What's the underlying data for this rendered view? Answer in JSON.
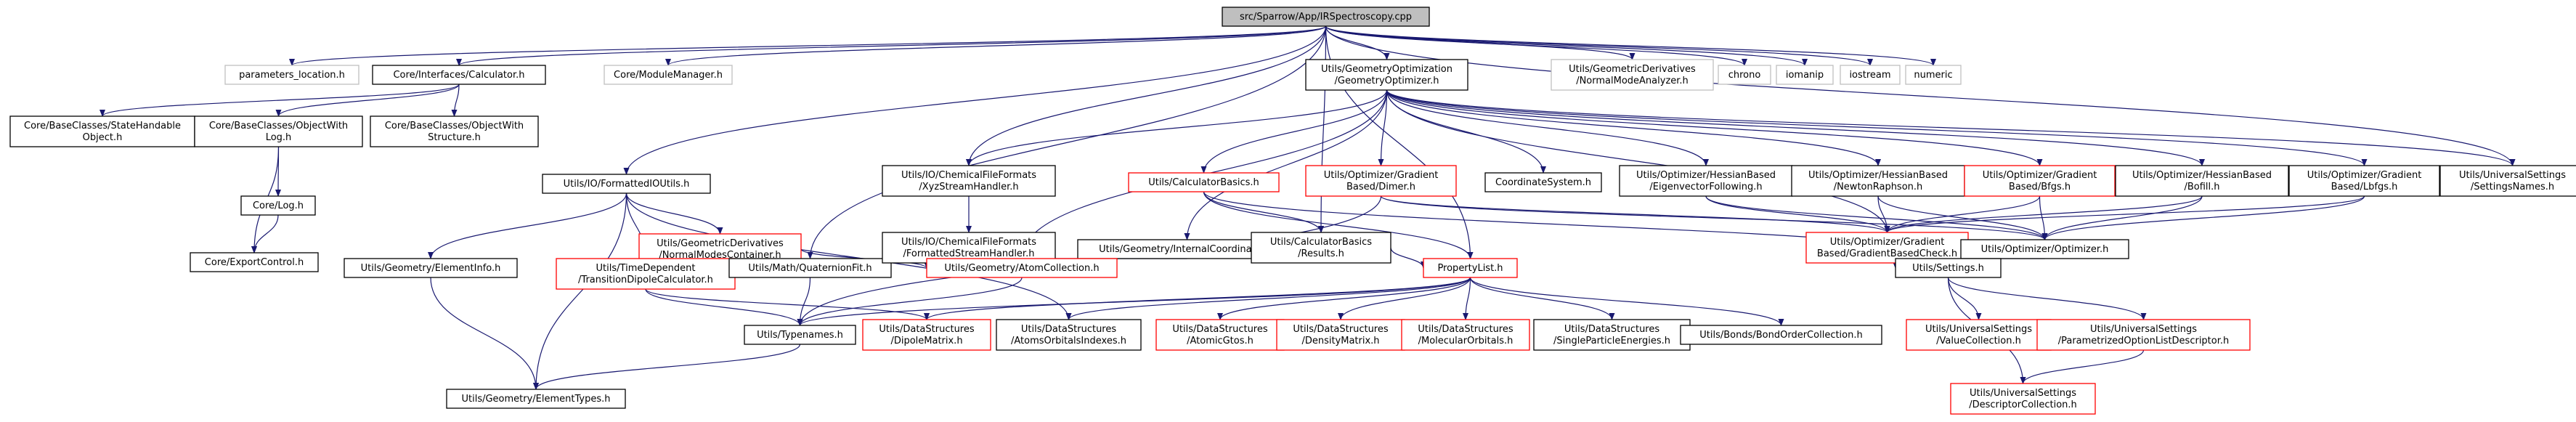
{
  "colors": {
    "edge": "#191970",
    "normal_border": "#000000",
    "missing_border": "#bfbfbf",
    "missing_text": "#7f7f7f",
    "truncated_border": "#ff0000",
    "root_fill": "#bfbfbf",
    "fill": "#ffffff"
  },
  "nodes": [
    {
      "id": "root",
      "lines": [
        "src/Sparrow/App/IRSpectroscopy.cpp"
      ],
      "style": "root"
    },
    {
      "id": "parameters_location",
      "lines": [
        "parameters_location.h"
      ],
      "style": "missing"
    },
    {
      "id": "calculator",
      "lines": [
        "Core/Interfaces/Calculator.h"
      ],
      "style": "normal"
    },
    {
      "id": "module_manager",
      "lines": [
        "Core/ModuleManager.h"
      ],
      "style": "missing"
    },
    {
      "id": "formatted_io",
      "lines": [
        "Utils/IO/FormattedIOUtils.h"
      ],
      "style": "normal"
    },
    {
      "id": "chemical_file_formats",
      "lines": [
        "Utils/IO/ChemicalFileFormats",
        "/XyzStreamHandler.h"
      ],
      "style": "normal"
    },
    {
      "id": "geometry_optimizer",
      "lines": [
        "Utils/GeometryOptimization",
        "/GeometryOptimizer.h"
      ],
      "style": "normal"
    },
    {
      "id": "normal_mode_analyzer",
      "lines": [
        "Utils/GeometricDerivatives",
        "/NormalModeAnalyzer.h"
      ],
      "style": "missing"
    },
    {
      "id": "chrono",
      "lines": [
        "chrono"
      ],
      "style": "missing"
    },
    {
      "id": "iomanip",
      "lines": [
        "iomanip"
      ],
      "style": "missing"
    },
    {
      "id": "iostream",
      "lines": [
        "iostream"
      ],
      "style": "missing"
    },
    {
      "id": "numeric",
      "lines": [
        "numeric"
      ],
      "style": "missing"
    },
    {
      "id": "state_handable",
      "lines": [
        "Core/BaseClasses/StateHandable",
        "Object.h"
      ],
      "style": "normal"
    },
    {
      "id": "object_with_log",
      "lines": [
        "Core/BaseClasses/ObjectWith",
        "Log.h"
      ],
      "style": "normal"
    },
    {
      "id": "object_with_structure",
      "lines": [
        "Core/BaseClasses/ObjectWith",
        "Structure.h"
      ],
      "style": "normal"
    },
    {
      "id": "core_log",
      "lines": [
        "Core/Log.h"
      ],
      "style": "normal"
    },
    {
      "id": "export_control",
      "lines": [
        "Core/ExportControl.h"
      ],
      "style": "normal"
    },
    {
      "id": "normal_modes_container",
      "lines": [
        "Utils/GeometricDerivatives",
        "/NormalModesContainer.h"
      ],
      "style": "truncated"
    },
    {
      "id": "element_info",
      "lines": [
        "Utils/Geometry/ElementInfo.h"
      ],
      "style": "normal"
    },
    {
      "id": "transition_dipole",
      "lines": [
        "Utils/TimeDependent",
        "/TransitionDipoleCalculator.h"
      ],
      "style": "truncated"
    },
    {
      "id": "quaternion_fit",
      "lines": [
        "Utils/Math/QuaternionFit.h"
      ],
      "style": "normal"
    },
    {
      "id": "formatted_stream_handler",
      "lines": [
        "Utils/IO/ChemicalFileFormats",
        "/FormattedStreamHandler.h"
      ],
      "style": "normal"
    },
    {
      "id": "internal_coordinates",
      "lines": [
        "Utils/Geometry/InternalCoordinates.h"
      ],
      "style": "normal"
    },
    {
      "id": "calculator_basics",
      "lines": [
        "Utils/CalculatorBasics.h"
      ],
      "style": "truncated"
    },
    {
      "id": "calculator_basics_results",
      "lines": [
        "Utils/CalculatorBasics",
        "/Results.h"
      ],
      "style": "normal"
    },
    {
      "id": "atom_collection",
      "lines": [
        "Utils/Geometry/AtomCollection.h"
      ],
      "style": "truncated"
    },
    {
      "id": "property_list",
      "lines": [
        "PropertyList.h"
      ],
      "style": "truncated"
    },
    {
      "id": "dimer",
      "lines": [
        "Utils/Optimizer/Gradient",
        "Based/Dimer.h"
      ],
      "style": "truncated"
    },
    {
      "id": "coordinate_system",
      "lines": [
        "CoordinateSystem.h"
      ],
      "style": "normal"
    },
    {
      "id": "eigenvector_following",
      "lines": [
        "Utils/Optimizer/HessianBased",
        "/EigenvectorFollowing.h"
      ],
      "style": "normal"
    },
    {
      "id": "newton_raphson",
      "lines": [
        "Utils/Optimizer/HessianBased",
        "/NewtonRaphson.h"
      ],
      "style": "normal"
    },
    {
      "id": "bfgs",
      "lines": [
        "Utils/Optimizer/Gradient",
        "Based/Bfgs.h"
      ],
      "style": "truncated"
    },
    {
      "id": "bofill",
      "lines": [
        "Utils/Optimizer/HessianBased",
        "/Bofill.h"
      ],
      "style": "normal"
    },
    {
      "id": "lbfgs",
      "lines": [
        "Utils/Optimizer/Gradient",
        "Based/Lbfgs.h"
      ],
      "style": "normal"
    },
    {
      "id": "settings_names",
      "lines": [
        "Utils/UniversalSettings",
        "/SettingsNames.h"
      ],
      "style": "normal"
    },
    {
      "id": "gradient_based_check",
      "lines": [
        "Utils/Optimizer/Gradient",
        "Based/GradientBasedCheck.h"
      ],
      "style": "truncated"
    },
    {
      "id": "optimizer",
      "lines": [
        "Utils/Optimizer/Optimizer.h"
      ],
      "style": "normal"
    },
    {
      "id": "settings",
      "lines": [
        "Utils/Settings.h"
      ],
      "style": "normal"
    },
    {
      "id": "typenames",
      "lines": [
        "Utils/Typenames.h"
      ],
      "style": "normal"
    },
    {
      "id": "dipole_matrix",
      "lines": [
        "Utils/DataStructures",
        "/DipoleMatrix.h"
      ],
      "style": "truncated"
    },
    {
      "id": "atoms_orbitals_indexes",
      "lines": [
        "Utils/DataStructures",
        "/AtomsOrbitalsIndexes.h"
      ],
      "style": "normal"
    },
    {
      "id": "atomic_gtos",
      "lines": [
        "Utils/DataStructures",
        "/AtomicGtos.h"
      ],
      "style": "truncated"
    },
    {
      "id": "density_matrix",
      "lines": [
        "Utils/DataStructures",
        "/DensityMatrix.h"
      ],
      "style": "truncated"
    },
    {
      "id": "molecular_orbitals",
      "lines": [
        "Utils/DataStructures",
        "/MolecularOrbitals.h"
      ],
      "style": "truncated"
    },
    {
      "id": "single_particle_energies",
      "lines": [
        "Utils/DataStructures",
        "/SingleParticleEnergies.h"
      ],
      "style": "normal"
    },
    {
      "id": "bond_order_collection",
      "lines": [
        "Utils/Bonds/BondOrderCollection.h"
      ],
      "style": "normal"
    },
    {
      "id": "value_collection",
      "lines": [
        "Utils/UniversalSettings",
        "/ValueCollection.h"
      ],
      "style": "truncated"
    },
    {
      "id": "parametrized_option_list",
      "lines": [
        "Utils/UniversalSettings",
        "/ParametrizedOptionListDescriptor.h"
      ],
      "style": "truncated"
    },
    {
      "id": "element_types",
      "lines": [
        "Utils/Geometry/ElementTypes.h"
      ],
      "style": "normal"
    },
    {
      "id": "descriptor_collection",
      "lines": [
        "Utils/UniversalSettings",
        "/DescriptorCollection.h"
      ],
      "style": "truncated"
    }
  ],
  "edges": [
    [
      "root",
      "parameters_location"
    ],
    [
      "root",
      "calculator"
    ],
    [
      "root",
      "module_manager"
    ],
    [
      "root",
      "formatted_io"
    ],
    [
      "root",
      "chemical_file_formats"
    ],
    [
      "root",
      "geometry_optimizer"
    ],
    [
      "root",
      "normal_mode_analyzer"
    ],
    [
      "root",
      "chrono"
    ],
    [
      "root",
      "iomanip"
    ],
    [
      "root",
      "iostream"
    ],
    [
      "root",
      "numeric"
    ],
    [
      "root",
      "quaternion_fit"
    ],
    [
      "root",
      "calculator_basics_results"
    ],
    [
      "root",
      "property_list"
    ],
    [
      "root",
      "settings_names"
    ],
    [
      "calculator",
      "state_handable"
    ],
    [
      "calculator",
      "object_with_log"
    ],
    [
      "calculator",
      "object_with_structure"
    ],
    [
      "object_with_log",
      "core_log"
    ],
    [
      "object_with_log",
      "export_control"
    ],
    [
      "core_log",
      "export_control"
    ],
    [
      "formatted_io",
      "normal_modes_container"
    ],
    [
      "formatted_io",
      "element_info"
    ],
    [
      "formatted_io",
      "transition_dipole"
    ],
    [
      "formatted_io",
      "element_types"
    ],
    [
      "formatted_io",
      "atoms_orbitals_indexes"
    ],
    [
      "normal_modes_container",
      "atom_collection"
    ],
    [
      "element_info",
      "element_types"
    ],
    [
      "transition_dipole",
      "typenames"
    ],
    [
      "transition_dipole",
      "dipole_matrix"
    ],
    [
      "quaternion_fit",
      "typenames"
    ],
    [
      "chemical_file_formats",
      "formatted_stream_handler"
    ],
    [
      "geometry_optimizer",
      "chemical_file_formats"
    ],
    [
      "geometry_optimizer",
      "internal_coordinates"
    ],
    [
      "geometry_optimizer",
      "calculator_basics"
    ],
    [
      "geometry_optimizer",
      "dimer"
    ],
    [
      "geometry_optimizer",
      "coordinate_system"
    ],
    [
      "geometry_optimizer",
      "eigenvector_following"
    ],
    [
      "geometry_optimizer",
      "newton_raphson"
    ],
    [
      "geometry_optimizer",
      "bfgs"
    ],
    [
      "geometry_optimizer",
      "bofill"
    ],
    [
      "geometry_optimizer",
      "lbfgs"
    ],
    [
      "geometry_optimizer",
      "settings_names"
    ],
    [
      "geometry_optimizer",
      "atom_collection"
    ],
    [
      "geometry_optimizer",
      "gradient_based_check"
    ],
    [
      "internal_coordinates",
      "atom_collection"
    ],
    [
      "calculator_basics",
      "calculator_basics_results"
    ],
    [
      "calculator_basics",
      "property_list"
    ],
    [
      "calculator_basics",
      "settings"
    ],
    [
      "calculator_basics_results",
      "property_list"
    ],
    [
      "atom_collection",
      "typenames"
    ],
    [
      "dimer",
      "gradient_based_check"
    ],
    [
      "dimer",
      "optimizer"
    ],
    [
      "dimer",
      "typenames"
    ],
    [
      "eigenvector_following",
      "gradient_based_check"
    ],
    [
      "eigenvector_following",
      "optimizer"
    ],
    [
      "newton_raphson",
      "gradient_based_check"
    ],
    [
      "newton_raphson",
      "optimizer"
    ],
    [
      "bfgs",
      "gradient_based_check"
    ],
    [
      "bfgs",
      "optimizer"
    ],
    [
      "bofill",
      "gradient_based_check"
    ],
    [
      "bofill",
      "optimizer"
    ],
    [
      "lbfgs",
      "gradient_based_check"
    ],
    [
      "lbfgs",
      "optimizer"
    ],
    [
      "gradient_based_check",
      "settings"
    ],
    [
      "optimizer",
      "settings"
    ],
    [
      "settings",
      "value_collection"
    ],
    [
      "settings",
      "parametrized_option_list"
    ],
    [
      "settings",
      "descriptor_collection"
    ],
    [
      "parametrized_option_list",
      "descriptor_collection"
    ],
    [
      "property_list",
      "typenames"
    ],
    [
      "property_list",
      "dipole_matrix"
    ],
    [
      "property_list",
      "atoms_orbitals_indexes"
    ],
    [
      "property_list",
      "atomic_gtos"
    ],
    [
      "property_list",
      "density_matrix"
    ],
    [
      "property_list",
      "molecular_orbitals"
    ],
    [
      "property_list",
      "single_particle_energies"
    ],
    [
      "property_list",
      "bond_order_collection"
    ],
    [
      "typenames",
      "element_types"
    ]
  ]
}
